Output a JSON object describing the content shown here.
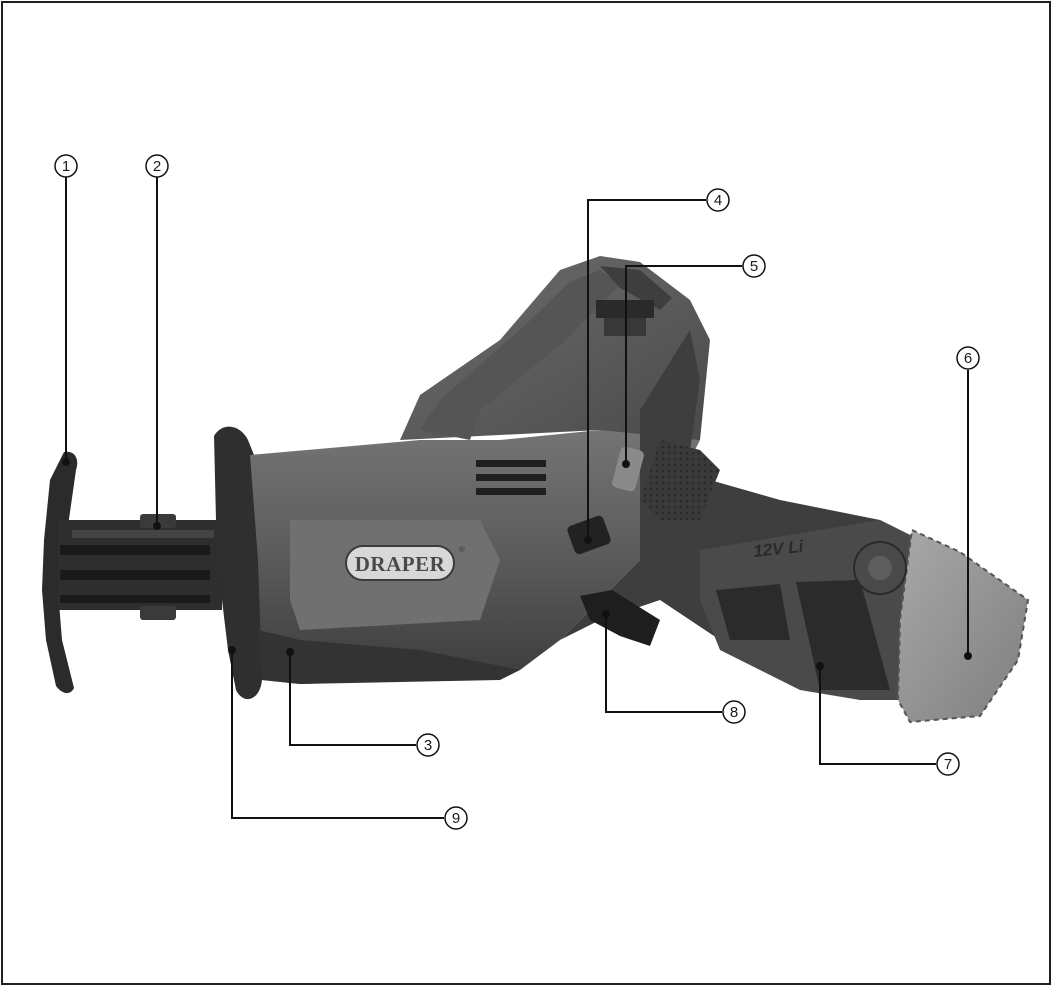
{
  "product": {
    "brand": "DRAPER",
    "registered_mark": "®",
    "battery_label": "12V Li"
  },
  "callouts": [
    {
      "number": "1",
      "part": "blade-guard"
    },
    {
      "number": "2",
      "part": "blade-clamp"
    },
    {
      "number": "3",
      "part": "front-grip"
    },
    {
      "number": "4",
      "part": "direction-switch"
    },
    {
      "number": "5",
      "part": "work-light"
    },
    {
      "number": "6",
      "part": "battery-pack"
    },
    {
      "number": "7",
      "part": "handle"
    },
    {
      "number": "8",
      "part": "trigger"
    },
    {
      "number": "9",
      "part": "shoe"
    }
  ],
  "colors": {
    "frame": "#231f20",
    "body_dark": "#3a3a3a",
    "body_mid": "#6b6b6b",
    "body_light": "#8c8c8c",
    "battery": "#9a9a9a",
    "leader": "#111111"
  }
}
